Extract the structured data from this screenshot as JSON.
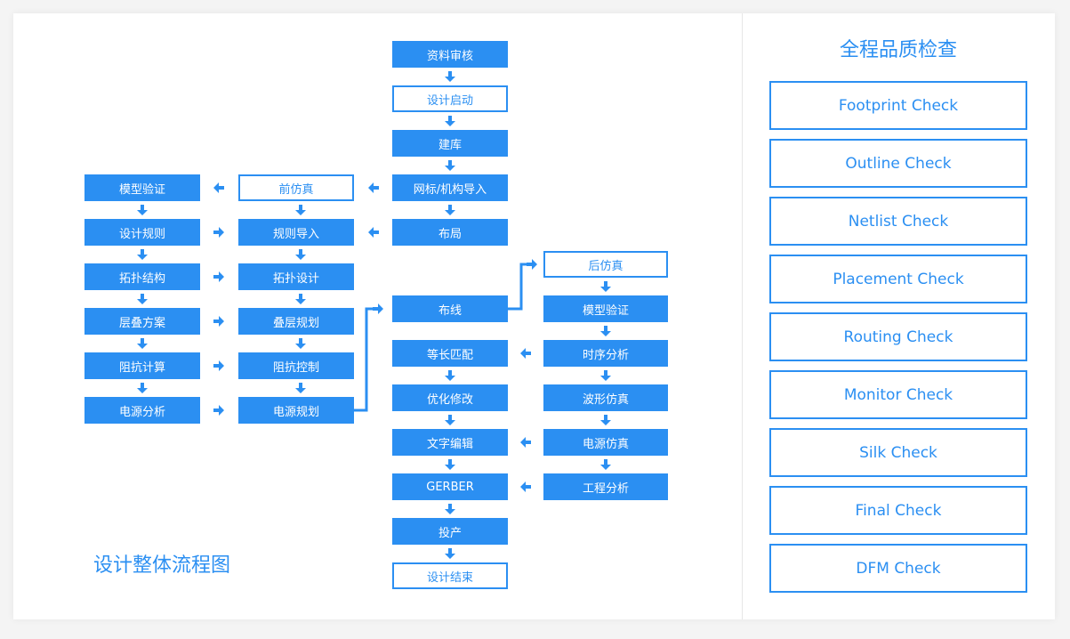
{
  "colors": {
    "accent": "#2b8ff2",
    "background": "#ffffff",
    "page": "#f4f4f4"
  },
  "flow": {
    "title": "设计整体流程图",
    "main": [
      "资料审核",
      "设计启动",
      "建库",
      "网标/机构导入",
      "布局",
      "布线",
      "等长匹配",
      "优化修改",
      "文字编辑",
      "GERBER",
      "投产",
      "设计结束"
    ],
    "pre_col": [
      "前仿真",
      "规则导入",
      "拓扑设计",
      "叠层规划",
      "阻抗控制",
      "电源规划"
    ],
    "left_col": [
      "模型验证",
      "设计规则",
      "拓扑结构",
      "层叠方案",
      "阻抗计算",
      "电源分析"
    ],
    "post_col": [
      "后仿真",
      "模型验证",
      "时序分析",
      "波形仿真",
      "电源仿真",
      "工程分析"
    ]
  },
  "quality": {
    "title": "全程品质检查",
    "checks": [
      "Footprint Check",
      "Outline Check",
      "Netlist Check",
      "Placement Check",
      "Routing Check",
      "Monitor Check",
      "Silk Check",
      "Final Check",
      "DFM Check"
    ]
  }
}
